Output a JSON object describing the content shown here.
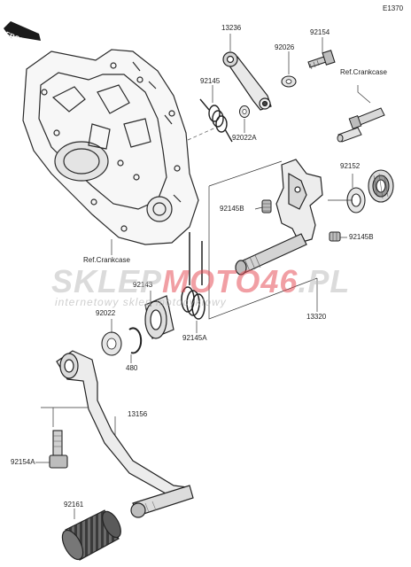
{
  "diagram_code": "E1370",
  "front_arrow_label": "FRONT",
  "watermark": {
    "brand_pre": "SKLEP",
    "brand_hl": "MOTO46",
    "brand_post": ".PL",
    "tagline": "internetowy sklep motocyklowy"
  },
  "callouts": {
    "p13236": "13236",
    "p92026": "92026",
    "p92154": "92154",
    "p92145": "92145",
    "p92022A": "92022A",
    "ref_crankcase_top": "Ref.Crankcase",
    "ref_crankcase_left": "Ref.Crankcase",
    "p92152": "92152",
    "p92145B_left": "92145B",
    "p92145B_right": "92145B",
    "p92143": "92143",
    "p92022": "92022",
    "p92145A": "92145A",
    "p480": "480",
    "p13320": "13320",
    "p13156": "13156",
    "p92154A": "92154A",
    "p92161": "92161"
  }
}
